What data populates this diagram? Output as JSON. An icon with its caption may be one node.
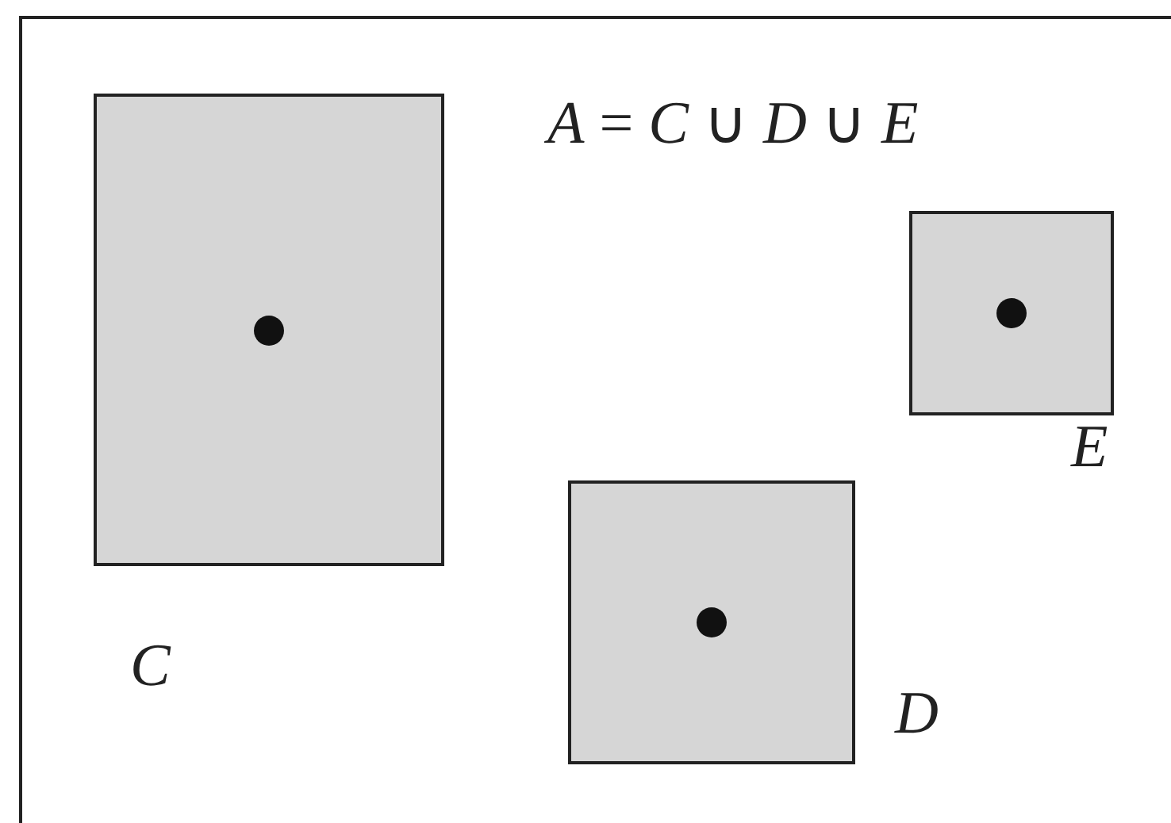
{
  "diagram": {
    "nodes": [
      {
        "text": [],
        "shape": "box"
      },
      {
        "text": [],
        "shape": "box",
        "in": 0,
        "beside": [
          "C"
        ]
      },
      {
        "text": [],
        "shape": "box",
        "in": 0,
        "beside": [
          "E"
        ]
      },
      {
        "text": [],
        "shape": "box",
        "in": 0,
        "beside": [
          "D"
        ]
      }
    ],
    "labels": [
      "*A* = *C* ∪ *D* ∪ *E*"
    ]
  }
}
